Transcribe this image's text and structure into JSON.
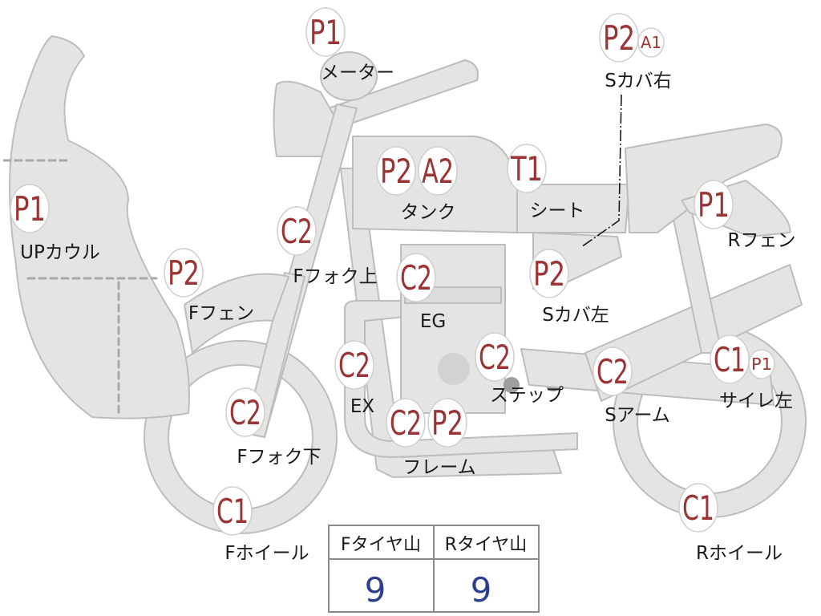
{
  "colors": {
    "part_fill": "#e4e4e2",
    "part_stroke": "#bdbdbb",
    "badge_fill": "#ffffff",
    "badge_stroke": "#cfcfcd",
    "badge_text": "#9b3434",
    "label_text": "#1a1a1a",
    "tire_value_text": "#2c3f8e",
    "table_border": "#8a8a8a"
  },
  "parts": [
    {
      "id": "meter",
      "codes": [
        "P1"
      ],
      "label": "メーター"
    },
    {
      "id": "s-cover-right",
      "codes": [
        "P2",
        "A1"
      ],
      "label": "Sカバ右"
    },
    {
      "id": "up-cowl",
      "codes": [
        "P1"
      ],
      "label": "UPカウル"
    },
    {
      "id": "tank",
      "codes": [
        "P2",
        "A2"
      ],
      "label": "タンク"
    },
    {
      "id": "seat",
      "codes": [
        "T1"
      ],
      "label": "シート"
    },
    {
      "id": "r-fender",
      "codes": [
        "P1"
      ],
      "label": "Rフェン"
    },
    {
      "id": "f-fork-upper",
      "codes": [
        "C2"
      ],
      "label": "Fフォク上"
    },
    {
      "id": "f-fender",
      "codes": [
        "P2"
      ],
      "label": "Fフェン"
    },
    {
      "id": "engine",
      "codes": [
        "C2"
      ],
      "label": "EG"
    },
    {
      "id": "s-cover-left",
      "codes": [
        "P2"
      ],
      "label": "Sカバ左"
    },
    {
      "id": "exhaust",
      "codes": [
        "C2"
      ],
      "label": "EX"
    },
    {
      "id": "step",
      "codes": [
        "C2"
      ],
      "label": "ステップ"
    },
    {
      "id": "swing-arm",
      "codes": [
        "C2"
      ],
      "label": "Sアーム"
    },
    {
      "id": "muffler-left",
      "codes": [
        "C1",
        "P1"
      ],
      "label": "サイレ左"
    },
    {
      "id": "f-fork-lower",
      "codes": [
        "C2"
      ],
      "label": "Fフォク下"
    },
    {
      "id": "frame",
      "codes": [
        "C2",
        "P2"
      ],
      "label": "フレーム"
    },
    {
      "id": "f-wheel",
      "codes": [
        "C1"
      ],
      "label": "Fホイール"
    },
    {
      "id": "r-wheel",
      "codes": [
        "C1"
      ],
      "label": "Rホイール"
    }
  ],
  "tire_table": {
    "headers": [
      "Fタイヤ山",
      "Rタイヤ山"
    ],
    "values": [
      "9",
      "9"
    ]
  }
}
